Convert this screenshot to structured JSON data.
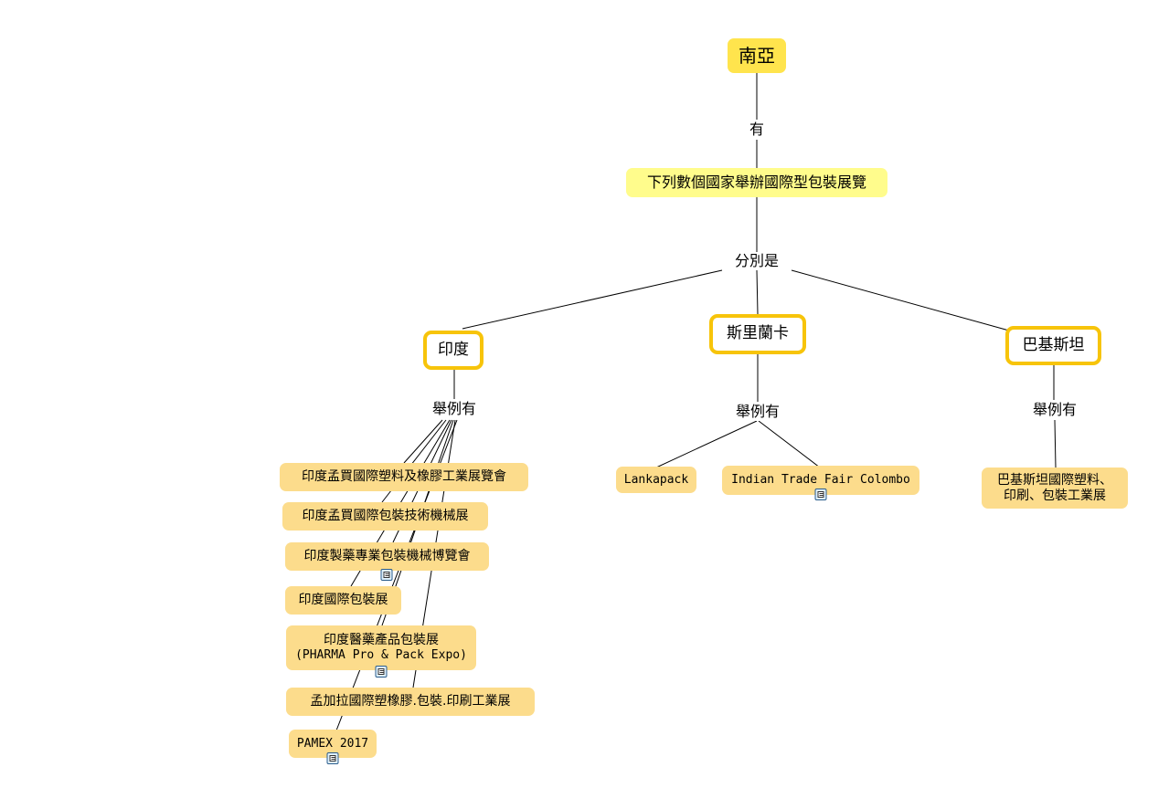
{
  "root": {
    "label": "南亞"
  },
  "links": {
    "has": "有",
    "respectively": "分別是",
    "examples": "舉例有"
  },
  "concept": {
    "label": "下列數個國家舉辦國際型包裝展覽"
  },
  "countries": {
    "india": "印度",
    "sri_lanka": "斯里蘭卡",
    "pakistan": "巴基斯坦"
  },
  "india_events": [
    {
      "label": "印度孟買國際塑料及橡膠工業展覽會"
    },
    {
      "label": "印度孟買國際包裝技術機械展"
    },
    {
      "label": "印度製藥專業包裝機械博覽會",
      "attachment_icon": "document-icon"
    },
    {
      "label": "印度國際包裝展"
    },
    {
      "label": "印度醫藥產品包裝展",
      "label2": "(PHARMA Pro & Pack Expo)",
      "attachment_icon": "document-icon"
    },
    {
      "label": "孟加拉國際塑橡膠.包裝.印刷工業展"
    },
    {
      "label": "PAMEX 2017",
      "attachment_icon": "document-icon"
    }
  ],
  "sri_lanka_events": [
    {
      "label": "Lankapack"
    },
    {
      "label": "Indian Trade Fair Colombo",
      "attachment_icon": "document-icon"
    }
  ],
  "pakistan_events": [
    {
      "label": "巴基斯坦國際塑料、",
      "label2": "印刷、包裝工業展"
    }
  ],
  "colors": {
    "root": "#ffe44d",
    "concept": "#fffc8c",
    "country_border": "#f7c40a",
    "leaf": "#fcdc8c"
  }
}
